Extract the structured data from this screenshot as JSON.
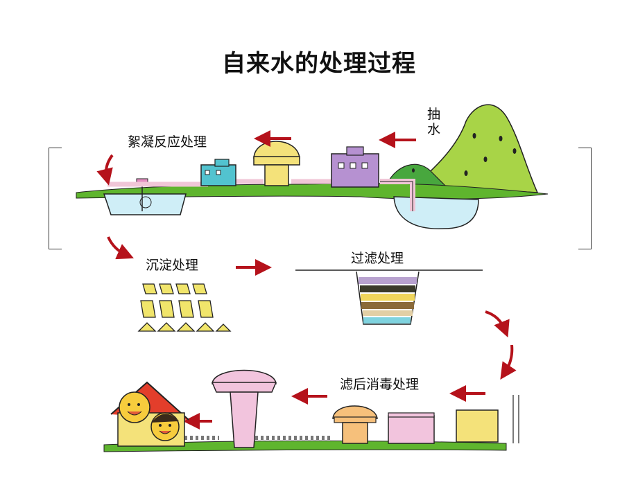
{
  "title": "自来水的处理过程",
  "steps": {
    "intake": "抽水",
    "coagulation": "絮凝反应处理",
    "sedimentation": "沉淀处理",
    "filtration": "过滤处理",
    "disinfection": "滤后消毒处理"
  },
  "colors": {
    "arrow": "#b5121b",
    "grass": "#5fb52e",
    "mountain": "#a8d447",
    "water": "#cfeef7",
    "tower_pink": "#f2c4dd",
    "tower_yellow": "#f4e27a",
    "building_purple": "#b691d1",
    "building_teal": "#52c3cf",
    "settling_block": "#f1e56b"
  },
  "icons": [
    "mountain-icon",
    "house-with-children-icon",
    "water-tower-icon",
    "arrow-icon"
  ]
}
